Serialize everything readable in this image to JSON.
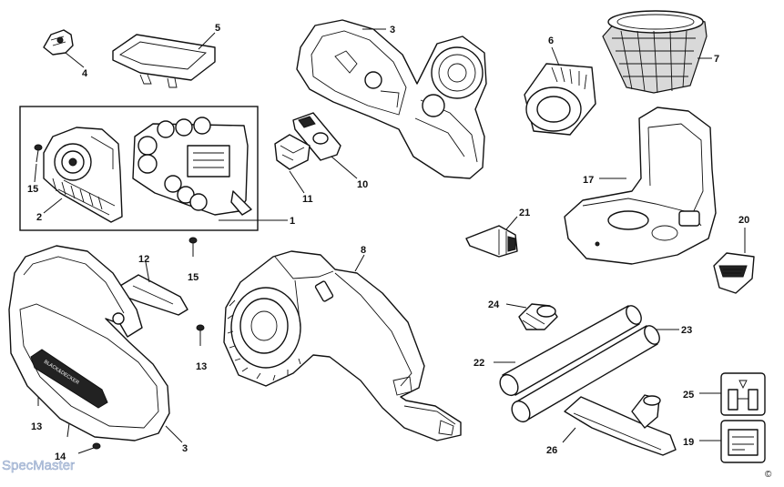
{
  "title": "Handheld vacuum exploded parts diagram",
  "callouts": {
    "c1": "1",
    "c2": "2",
    "c3a": "3",
    "c3b": "3",
    "c4": "4",
    "c5": "5",
    "c6": "6",
    "c7": "7",
    "c8": "8",
    "c10": "10",
    "c11": "11",
    "c12": "12",
    "c13a": "13",
    "c13b": "13",
    "c14": "14",
    "c15a": "15",
    "c15b": "15",
    "c17": "17",
    "c19": "19",
    "c20": "20",
    "c21": "21",
    "c22": "22",
    "c23": "23",
    "c24": "24",
    "c25": "25",
    "c26": "26"
  },
  "watermark": "SpecMaster",
  "copyright_symbol": "©",
  "brand_on_housing": "BLACK&DECKER"
}
